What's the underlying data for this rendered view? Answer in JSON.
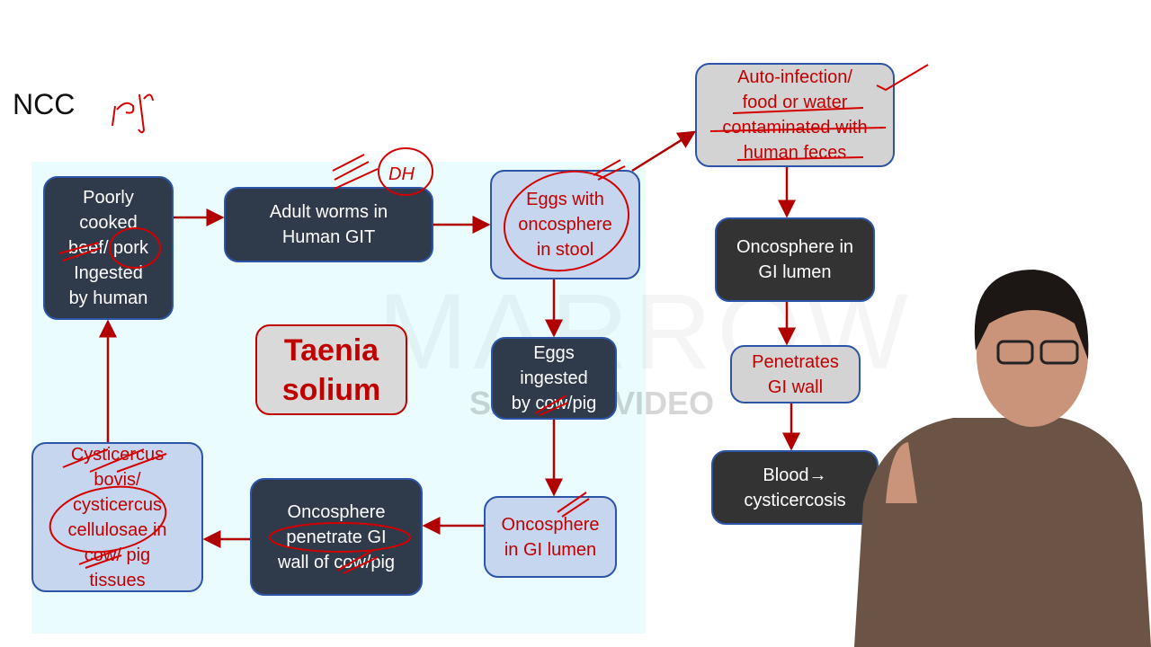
{
  "title": "NCC",
  "annotation_text": [
    "pigs",
    "DH"
  ],
  "center_label": "Taenia\nsolium",
  "watermark": {
    "line1": "MARROW",
    "line2": "SAMPLE VIDEO"
  },
  "cycle_boxes": [
    {
      "text": "Poorly\ncooked\nbeef/ pork\nIngested\nby human"
    },
    {
      "text": "Adult worms in\nHuman GIT"
    },
    {
      "text": "Eggs with\noncosphere\nin stool"
    },
    {
      "text": "Eggs\ningested\nby cow/pig"
    },
    {
      "text": "Oncosphere\nin GI lumen"
    },
    {
      "text": "Oncosphere\npenetrate GI\nwall of cow/pig"
    },
    {
      "text": "Cysticercus\nbovis/\ncysticercus\ncellulosae in\ncow/ pig\ntissues"
    }
  ],
  "side_boxes": [
    {
      "text": "Auto-infection/\nfood or water\ncontaminated with\nhuman feces"
    },
    {
      "text": "Oncosphere in\nGI lumen"
    },
    {
      "text": "Penetrates\nGI wall"
    },
    {
      "text": "Blood→\ncysticercosis"
    }
  ],
  "colors": {
    "arrow": "#b00000",
    "ink": "#d40000",
    "dark_box": "#2f3a4b",
    "light_box": "#c5d6ee",
    "panel": "#eafcfd"
  }
}
